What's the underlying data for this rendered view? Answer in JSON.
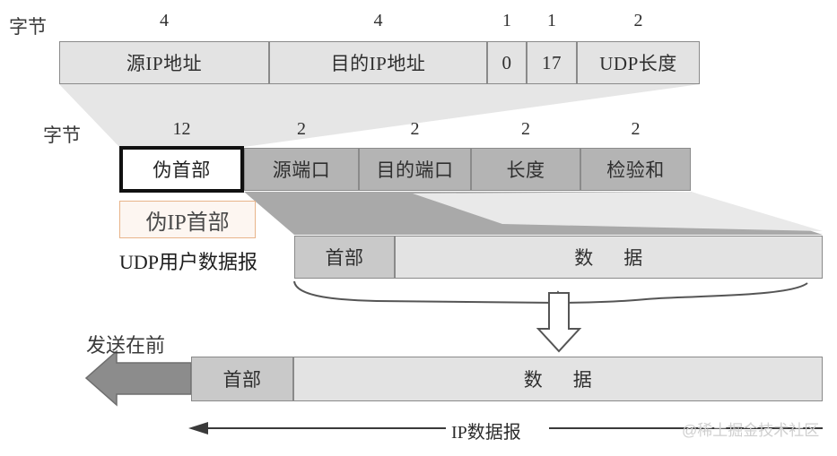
{
  "title": "UDP 用户数据报与 IP 数据报封装示意图",
  "colors": {
    "cell_light": "#e3e3e3",
    "cell_mid": "#c9c9c9",
    "cell_dark": "#b4b4b4",
    "border": "#8a8a8a",
    "emphasis_border": "#111111",
    "tag_border": "#e8b48a",
    "connector": "#d7d7d7",
    "connector_dark": "#a8a8a8",
    "arrow_fill": "#8c8c8c",
    "watermark": "#cfcfcf"
  },
  "row1": {
    "axis_label": "字节",
    "byte_counts": [
      "4",
      "4",
      "1",
      "1",
      "2"
    ],
    "cells": [
      {
        "label": "源IP地址"
      },
      {
        "label": "目的IP地址"
      },
      {
        "label": "0"
      },
      {
        "label": "17"
      },
      {
        "label": "UDP长度"
      }
    ]
  },
  "row2": {
    "axis_label": "字节",
    "byte_counts": [
      "12",
      "2",
      "2",
      "2",
      "2"
    ],
    "cells": [
      {
        "label": "伪首部"
      },
      {
        "label": "源端口"
      },
      {
        "label": "目的端口"
      },
      {
        "label": "长度"
      },
      {
        "label": "检验和"
      }
    ]
  },
  "tags": {
    "pseudo_ip_header": "伪IP首部",
    "udp_datagram": "UDP用户数据报"
  },
  "row3": {
    "cells": [
      {
        "label": "首部"
      },
      {
        "label": "数",
        "label2": "据"
      }
    ]
  },
  "row4": {
    "send_first": "发送在前",
    "cells": [
      {
        "label": "首部"
      },
      {
        "label": "数",
        "label2": "据"
      }
    ]
  },
  "bottom_axis": {
    "label": "IP数据报"
  },
  "watermark": "@稀土掘金技术社区"
}
